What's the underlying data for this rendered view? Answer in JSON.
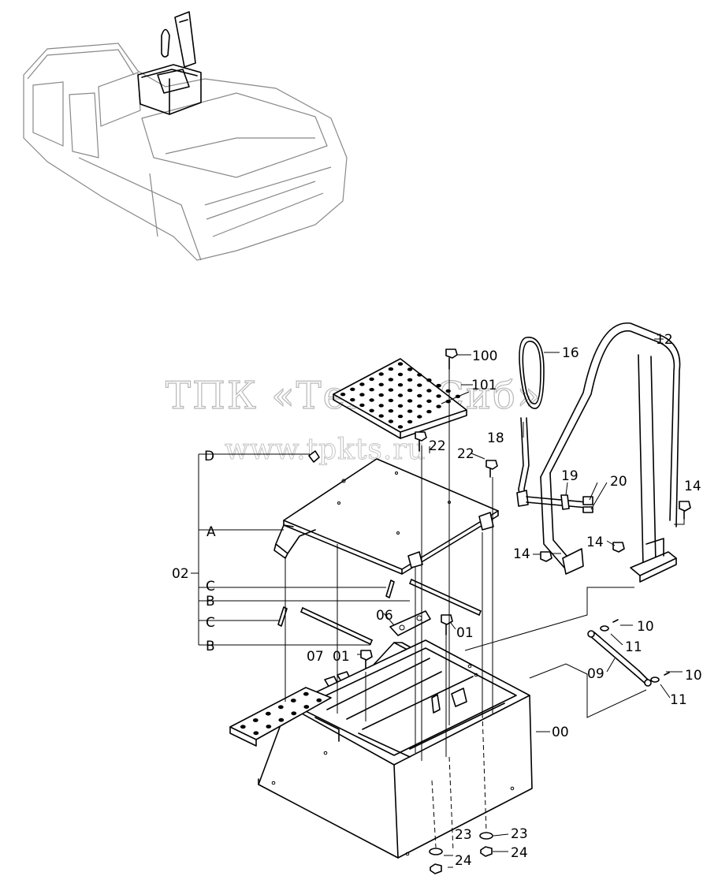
{
  "watermark": {
    "line1": "ТПК «Техно-Сиб»",
    "line2": "www.tpkts.ru"
  },
  "callouts": {
    "c00": "00",
    "c01a": "01",
    "c01b": "01",
    "c02": "02",
    "c06": "06",
    "c07": "07",
    "c09": "09",
    "c10a": "10",
    "c10b": "10",
    "c11a": "11",
    "c11b": "11",
    "c12": "12",
    "c14a": "14",
    "c14b": "14",
    "c14c": "14",
    "c16": "16",
    "c18": "18",
    "c19": "19",
    "c20": "20",
    "c22a": "22",
    "c22b": "22",
    "c23a": "23",
    "c23b": "23",
    "c24a": "24",
    "c24b": "24",
    "c100": "100",
    "c101": "101",
    "cA": "A",
    "cB1": "B",
    "cB2": "B",
    "cC1": "C",
    "cC2": "C",
    "cD": "D"
  }
}
